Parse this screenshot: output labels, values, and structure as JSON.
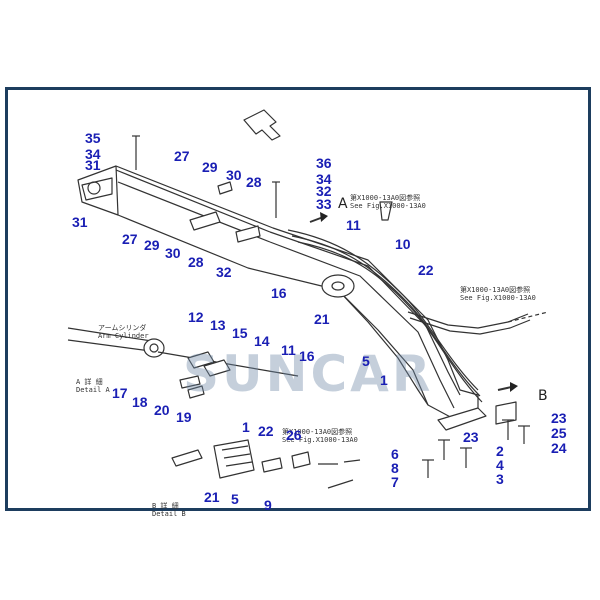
{
  "watermark": "SUNCAR",
  "callouts": {
    "n35": "35",
    "n34a": "34",
    "n31a": "31",
    "n27a": "27",
    "n29a": "29",
    "n30a": "30",
    "n28a": "28",
    "n36": "36",
    "n34b": "34",
    "n32a": "32",
    "n33": "33",
    "n31b": "31",
    "n27b": "27",
    "n29b": "29",
    "n30b": "30",
    "n28b": "28",
    "n32b": "32",
    "n11a": "11",
    "n10": "10",
    "n22a": "22",
    "n16a": "16",
    "n21a": "21",
    "n5a": "5",
    "n1a": "1",
    "n12": "12",
    "n13": "13",
    "n15": "15",
    "n14": "14",
    "n11b": "11",
    "n16b": "16",
    "n17": "17",
    "n18": "18",
    "n20": "20",
    "n19": "19",
    "n1b": "1",
    "n22b": "22",
    "n26": "26",
    "n21b": "21",
    "n5b": "5",
    "n9": "9",
    "n23a": "23",
    "n23b": "23",
    "n25": "25",
    "n24": "24",
    "n6": "6",
    "n8": "8",
    "n7": "7",
    "n2": "2",
    "n4": "4",
    "n3": "3"
  },
  "detail_labels": {
    "a": "A",
    "b": "B"
  },
  "notes": {
    "arm_cylinder": {
      "jp": "アームシリンダ",
      "en": "Arm Cylinder"
    },
    "detail_a": {
      "jp": "A 詳 細",
      "en": "Detail A"
    },
    "detail_b": {
      "jp": "B 詳 細",
      "en": "Detail B"
    },
    "see_fig_top": {
      "jp": "第X1000-13A0図参照",
      "en": "See Fig.X1000-13A0"
    },
    "see_fig_right": {
      "jp": "第X1000-13A0図参照",
      "en": "See Fig.X1000-13A0"
    },
    "see_fig_bottom": {
      "jp": "第X1000-13A0図参照",
      "en": "See Fig.X1000-13A0"
    }
  },
  "colors": {
    "callout": "#1a1fb4",
    "frame": "#1d3d5e",
    "line": "#333333",
    "watermark": "#6f8aa8"
  }
}
